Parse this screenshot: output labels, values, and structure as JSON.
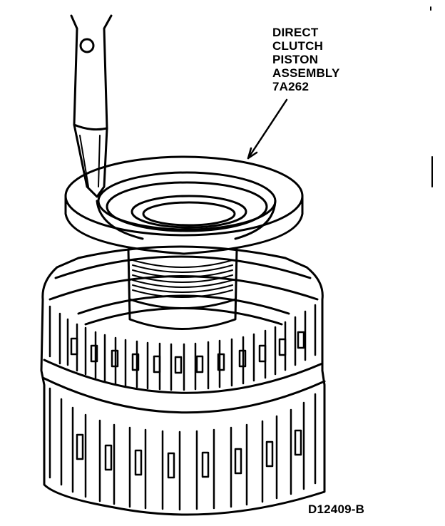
{
  "callout": {
    "line1": "DIRECT",
    "line2": "CLUTCH",
    "line3": "PISTON",
    "line4": "ASSEMBLY",
    "line5": "7A262"
  },
  "figure_id": "D12409-B",
  "colors": {
    "ink": "#000000",
    "paper": "#ffffff"
  }
}
